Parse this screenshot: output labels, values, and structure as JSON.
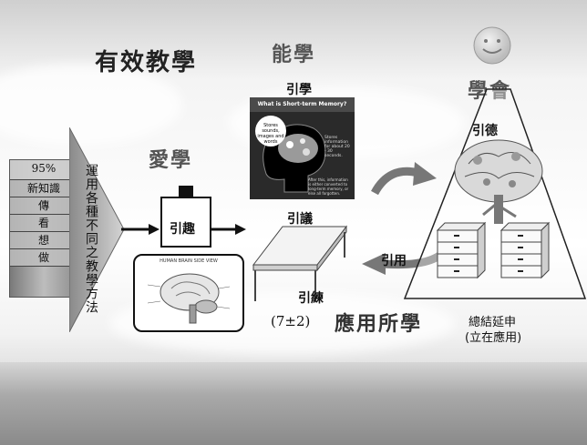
{
  "titles": {
    "main": "有效教學",
    "neng_xue": "能學",
    "ai_xue": "愛學",
    "xue_hui": "學會",
    "ying_yong": "應用所學"
  },
  "labels": {
    "yin_xue": "引學",
    "yin_qu": "引趣",
    "yin_yi": "引議",
    "yin_lian": "引練",
    "yin_yong": "引用",
    "yin_de": "引德"
  },
  "pyramid_rows": [
    "95%",
    "新知識",
    "傳",
    "看",
    "想",
    "做"
  ],
  "vertical_text": "運用各種不同之教學方法",
  "memory_span": "(7±2)",
  "summary": [
    "總結延申",
    "(立在應用)"
  ],
  "stm_panel": {
    "title": "What is Short-term Memory?",
    "bubble": "Stores sounds, images and words",
    "side": "Stores information for about 20 - 30 seconds.",
    "note": "After this, information is either converted to long-term memory, or else all forgotten."
  },
  "brain_panel_title": "HUMAN BRAIN SIDE VIEW",
  "colors": {
    "arrow": "#111111",
    "text": "#222222",
    "panel_dark": "#2a2a2a"
  }
}
